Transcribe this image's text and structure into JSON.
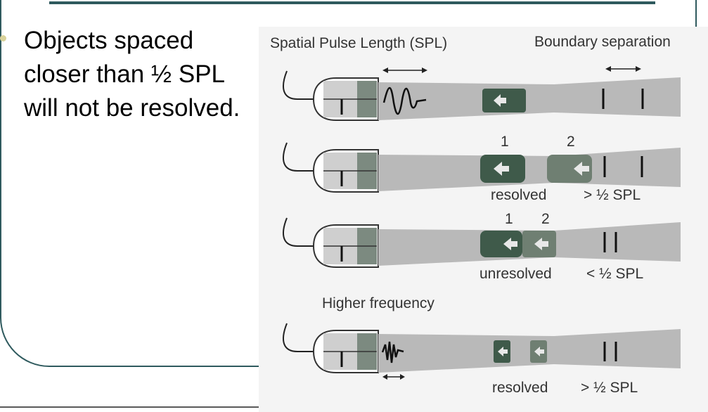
{
  "slide": {
    "bullet_text": "Objects spaced closer than ½ SPL will not be resolved."
  },
  "figure": {
    "header_spl": "Spatial Pulse Length (SPL)",
    "header_boundary": "Boundary separation",
    "rows": [
      {
        "status": "",
        "comparison": ""
      },
      {
        "status": "resolved",
        "comparison": "> ½ SPL",
        "marker1": "1",
        "marker2": "2"
      },
      {
        "status": "unresolved",
        "comparison": "< ½ SPL",
        "marker1": "1",
        "marker2": "2"
      },
      {
        "status": "resolved",
        "comparison": "> ½ SPL"
      }
    ],
    "higher_frequency_label": "Higher frequency"
  },
  "colors": {
    "frame": "#2f5a5e",
    "bullet": "#d9d29a",
    "beam": "#b9b9b9",
    "dark_object": "#3f5a4a",
    "mid_object": "#6f7f72"
  }
}
